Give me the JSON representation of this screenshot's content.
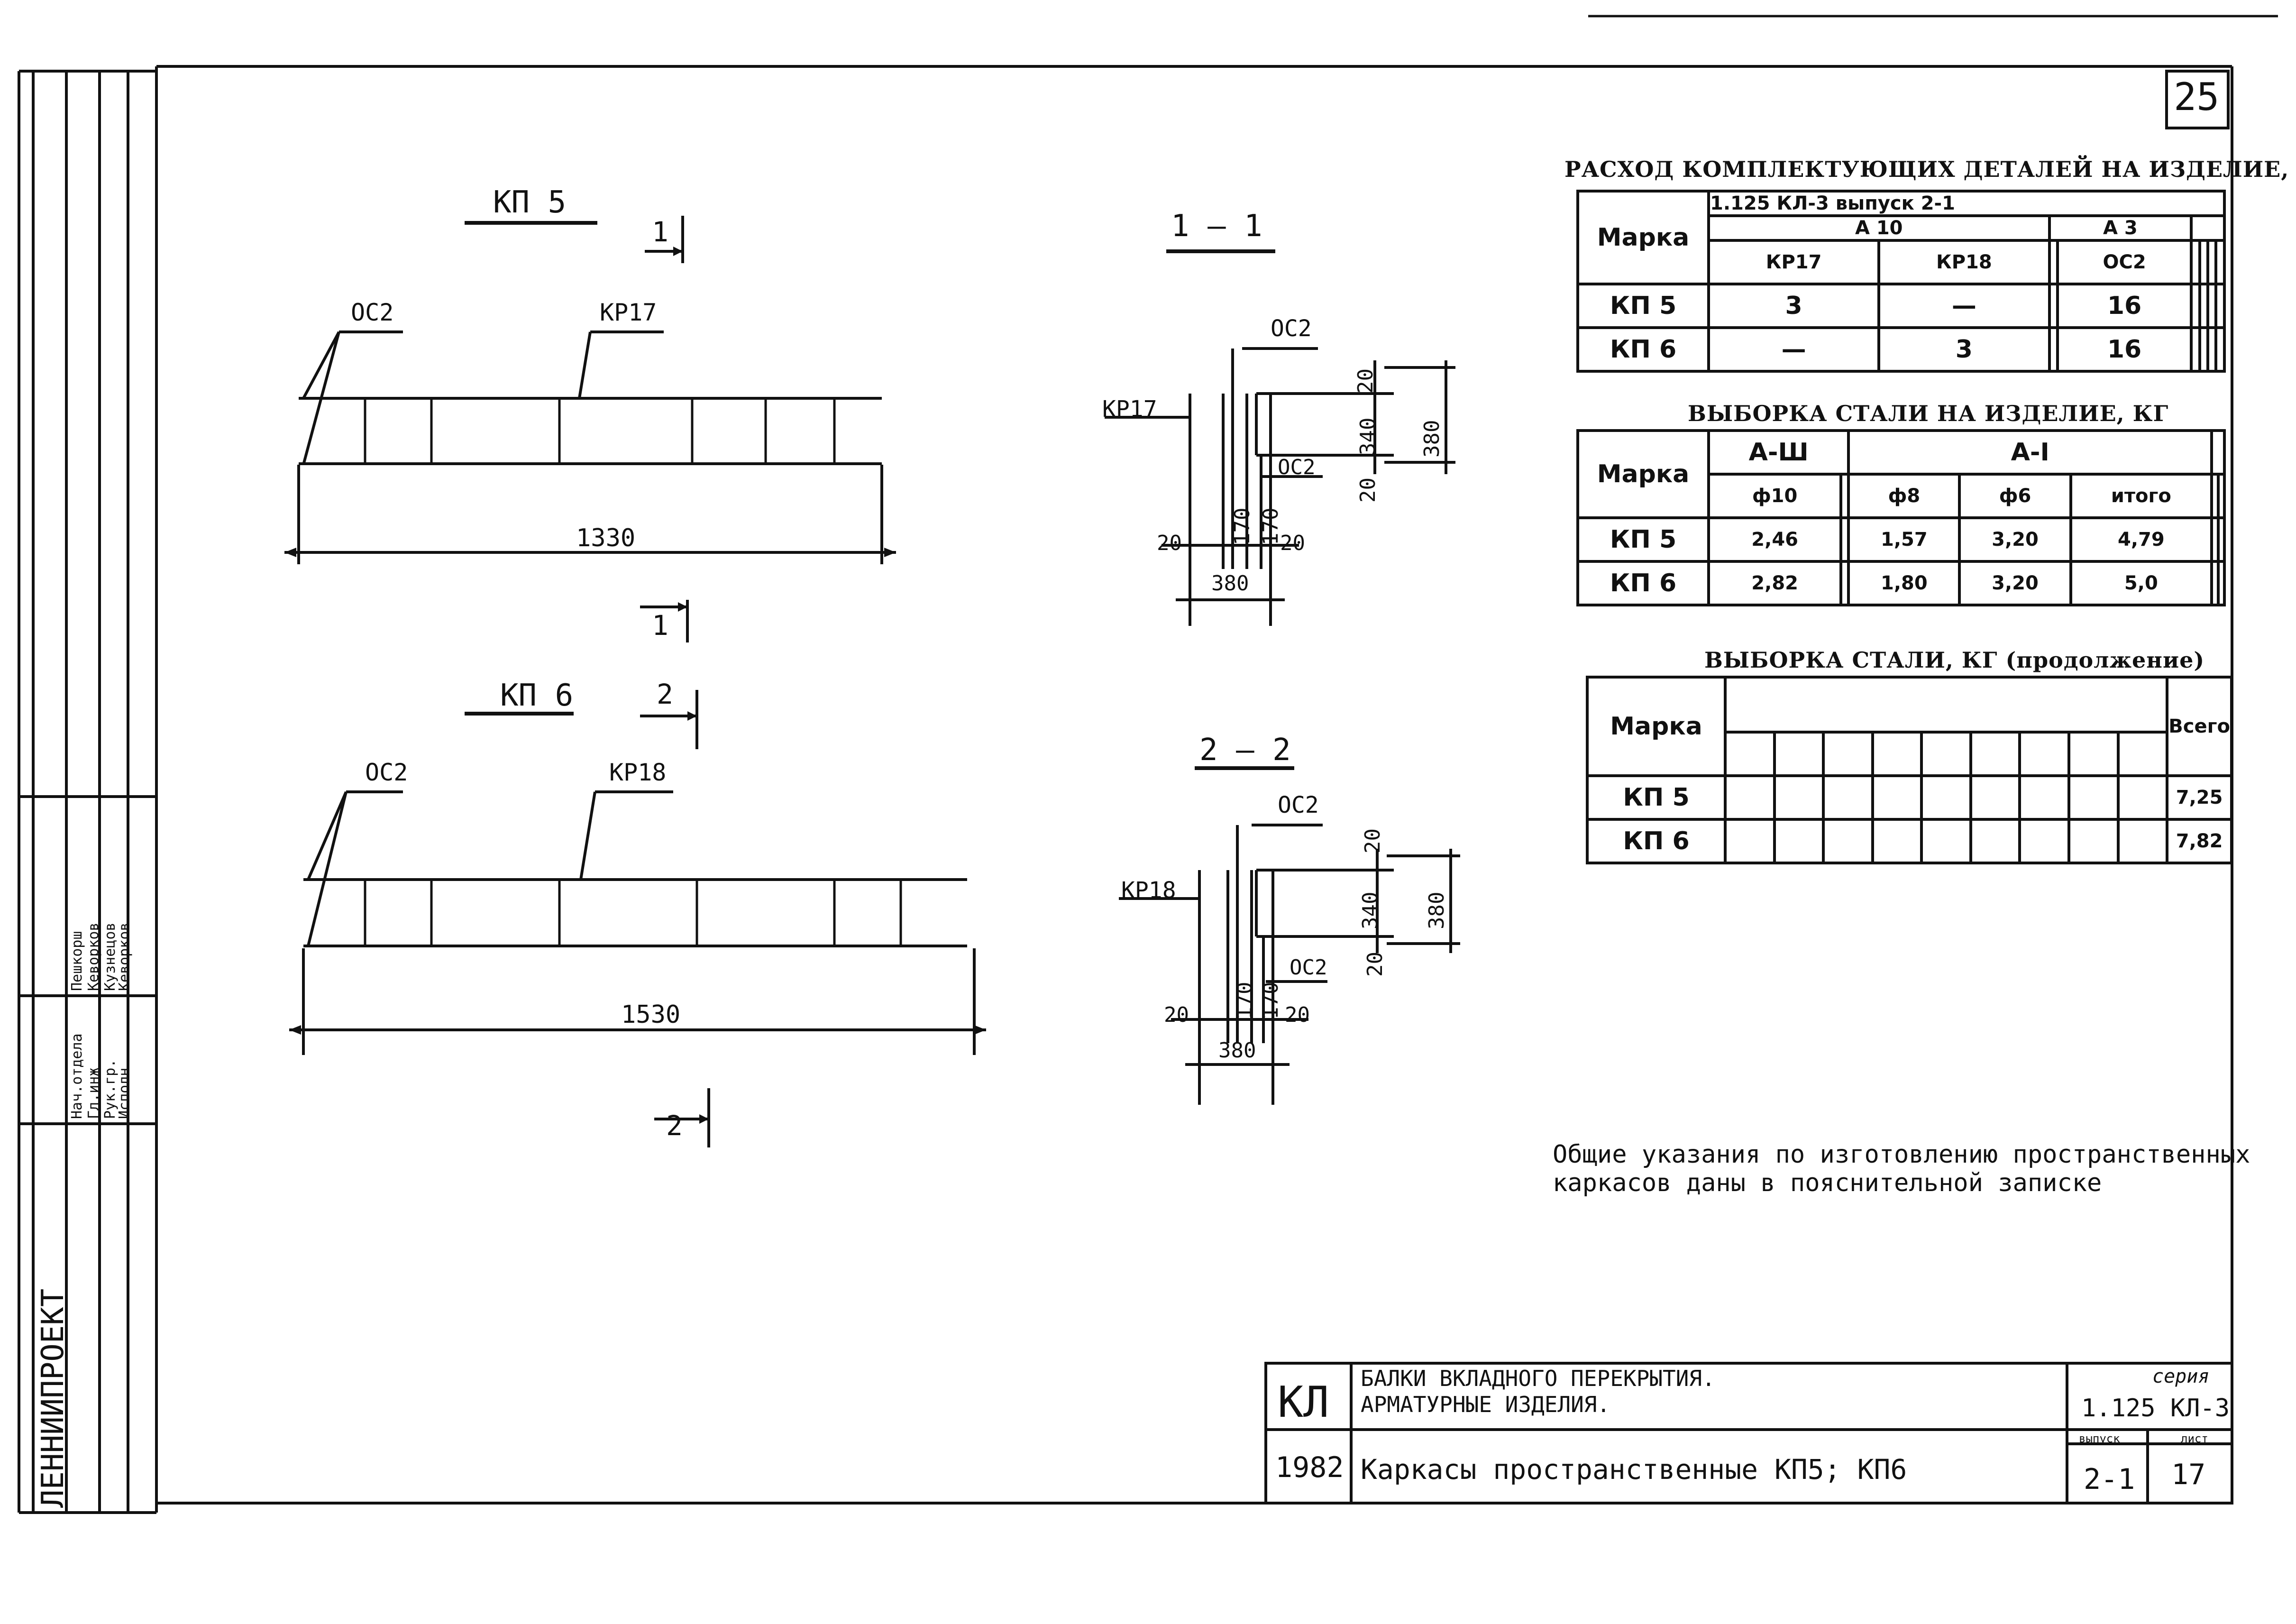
{
  "page_number": "25",
  "drawings": {
    "kp5": {
      "title": "КП 5",
      "section_mark": "1",
      "label_left": "ОС2",
      "label_right": "КР17",
      "length": "1330"
    },
    "kp6": {
      "title": "КП 6",
      "section_mark": "2",
      "label_left": "ОС2",
      "label_right": "КР18",
      "length": "1530"
    },
    "section1": {
      "title": "1 — 1",
      "label_top": "ОС2",
      "label_left": "КР17",
      "label_bottom": "ОС2",
      "dim_top": "20",
      "dim_mid": "340",
      "dim_bottom": "20",
      "dim_total": "380",
      "dim_a": "170",
      "dim_b": "170",
      "dim_left": "20",
      "dim_right": "20",
      "dim_width": "380"
    },
    "section2": {
      "title": "2 — 2",
      "label_top": "ОС2",
      "label_left": "КР18",
      "label_bottom": "ОС2",
      "dim_top": "20",
      "dim_mid": "340",
      "dim_bottom": "20",
      "dim_total": "380",
      "dim_a": "170",
      "dim_b": "170",
      "dim_left": "20",
      "dim_right": "20",
      "dim_width": "380"
    }
  },
  "table1": {
    "title": "РАСХОД КОМПЛЕКТУЮЩИХ ДЕТАЛЕЙ НА ИЗДЕЛИЕ, ШТ.",
    "ref": "1.125 КЛ-3  выпуск 2-1",
    "group_a": "А 10",
    "group_b": "А 3",
    "head_marka": "Марка",
    "cols": [
      "КР17",
      "КР18",
      "",
      "ОС2"
    ],
    "rows": [
      {
        "mark": "КП 5",
        "cells": [
          "3",
          "—",
          "",
          "16"
        ]
      },
      {
        "mark": "КП 6",
        "cells": [
          "—",
          "3",
          "",
          "16"
        ]
      }
    ]
  },
  "table2": {
    "title": "ВЫБОРКА СТАЛИ НА ИЗДЕЛИЕ, КГ",
    "head_marka": "Марка",
    "group_a": "А-Ш",
    "group_b": "А-I",
    "cols": [
      "ф10",
      "",
      "ф8",
      "ф6",
      "итого"
    ],
    "rows": [
      {
        "mark": "КП 5",
        "cells": [
          "2,46",
          "",
          "1,57",
          "3,20",
          "4,79"
        ]
      },
      {
        "mark": "КП 6",
        "cells": [
          "2,82",
          "",
          "1,80",
          "3,20",
          "5,0"
        ]
      }
    ]
  },
  "table3": {
    "title": "ВЫБОРКА СТАЛИ, КГ (продолжение)",
    "head_marka": "Марка",
    "total_label": "Всего",
    "rows": [
      {
        "mark": "КП 5",
        "total": "7,25"
      },
      {
        "mark": "КП 6",
        "total": "7,82"
      }
    ]
  },
  "note": {
    "line1": "Общие указания по изготовлению пространственных",
    "line2": "каркасов даны в пояснительной записке"
  },
  "title_block": {
    "code": "КЛ",
    "year": "1982",
    "subject_line1": "БАЛКИ ВКЛАДНОГО ПЕРЕКРЫТИЯ.",
    "subject_line2": "АРМАТУРНЫЕ ИЗДЕЛИЯ.",
    "sheet_title": "Каркасы пространственные  КП5; КП6",
    "series_label": "серия",
    "series_value": "1.125 КЛ-3",
    "issue_label": "выпуск",
    "issue_value": "2-1",
    "sheet_label": "лист",
    "sheet_value": "17"
  },
  "side_stamp": {
    "org": "ЛЕННИИПРОЕКТ",
    "roles": [
      "Нач.отдела",
      "Гл.инж",
      "Рук.гр.",
      "Исполн."
    ],
    "names": [
      "Пешкорш",
      "Кеворков",
      "Кузнецов",
      "Кеворков"
    ]
  }
}
